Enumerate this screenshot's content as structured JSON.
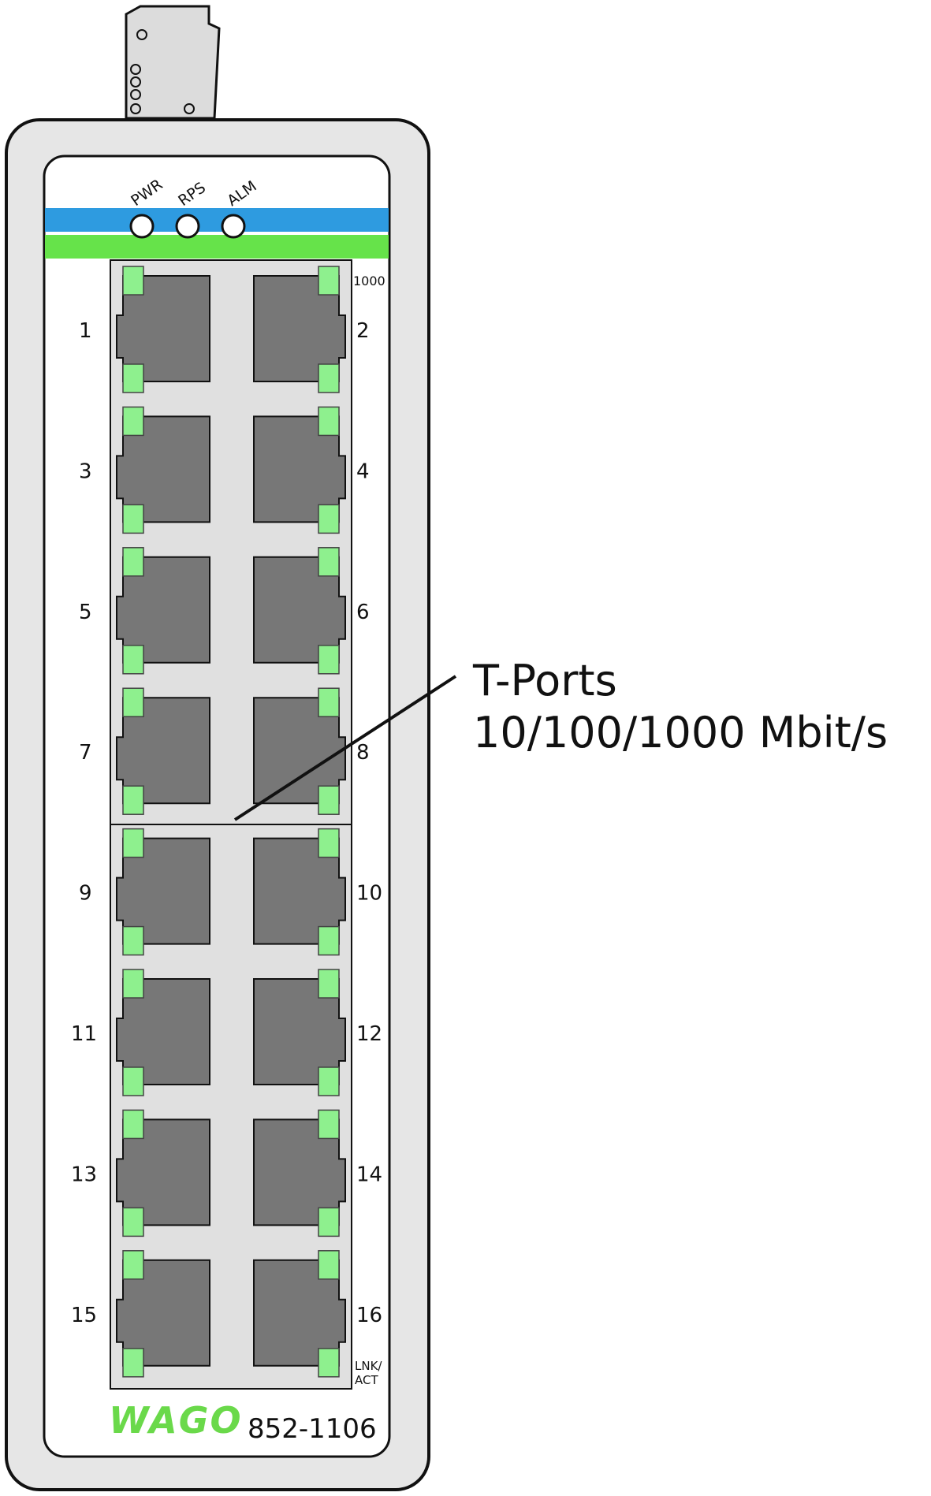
{
  "device": {
    "brand": "WAGO",
    "model": "852-1106",
    "status_leds": [
      "PWR",
      "RPS",
      "ALM"
    ],
    "led_label_top": "1000",
    "led_label_bottom_line1": "LNK/",
    "led_label_bottom_line2": "ACT",
    "ports": [
      {
        "number": "1"
      },
      {
        "number": "2"
      },
      {
        "number": "3"
      },
      {
        "number": "4"
      },
      {
        "number": "5"
      },
      {
        "number": "6"
      },
      {
        "number": "7"
      },
      {
        "number": "8"
      },
      {
        "number": "9"
      },
      {
        "number": "10"
      },
      {
        "number": "11"
      },
      {
        "number": "12"
      },
      {
        "number": "13"
      },
      {
        "number": "14"
      },
      {
        "number": "15"
      },
      {
        "number": "16"
      }
    ]
  },
  "callout": {
    "line1": "T-Ports",
    "line2": "10/100/1000 Mbit/s"
  },
  "colors": {
    "housing": "#e6e6e6",
    "outline": "#111111",
    "blue_stripe": "#2e9be0",
    "green_stripe": "#66e34a",
    "port_body": "#777777",
    "port_led": "#8ef08e",
    "brand_green": "#6ad94a"
  }
}
